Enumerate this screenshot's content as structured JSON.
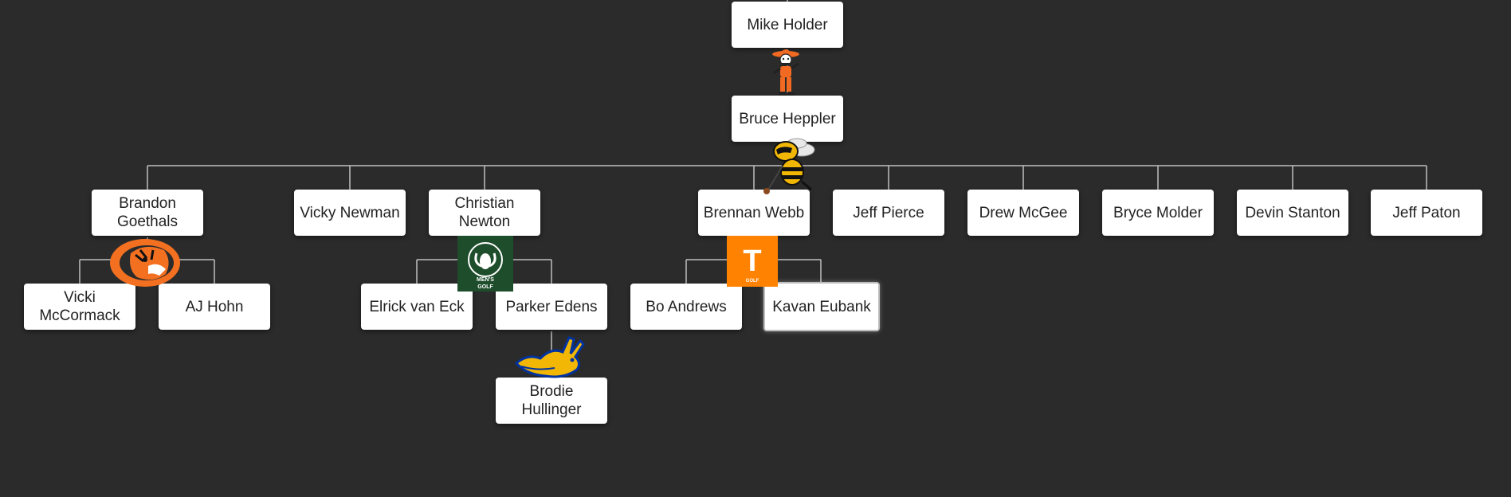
{
  "tree": {
    "root": {
      "name": "Mike Holder"
    },
    "level1": {
      "name": "Bruce Heppler"
    },
    "coaches": [
      {
        "name": "Brandon Goethals",
        "trainees": [
          {
            "name": "Vicki McCormack"
          },
          {
            "name": "AJ Hohn"
          }
        ]
      },
      {
        "name": "Vicky Newman",
        "trainees": []
      },
      {
        "name": "Christian Newton",
        "trainees": [
          {
            "name": "Elrick van Eck"
          },
          {
            "name": "Parker Edens",
            "trainees": [
              {
                "name": "Brodie Hullinger"
              }
            ]
          }
        ]
      },
      {
        "name": "Brennan Webb",
        "trainees": [
          {
            "name": "Bo Andrews"
          },
          {
            "name": "Kavan Eubank"
          }
        ]
      },
      {
        "name": "Jeff Pierce",
        "trainees": []
      },
      {
        "name": "Drew McGee",
        "trainees": []
      },
      {
        "name": "Bryce Molder",
        "trainees": []
      },
      {
        "name": "Devin Stanton",
        "trainees": []
      },
      {
        "name": "Jeff Paton",
        "trainees": []
      }
    ]
  },
  "logos": {
    "cowboy": {
      "icon": "cowboy-mascot-icon",
      "color": "#f26a21"
    },
    "yellowjacket": {
      "icon": "yellow-jacket-mascot-icon",
      "color": "#f2b705"
    },
    "tiger": {
      "icon": "tiger-head-icon",
      "color": "#f37021"
    },
    "ram": {
      "icon": "ram-badge-icon",
      "color": "#1e4d2b",
      "text_line1": "MEN'S",
      "text_line2": "GOLF"
    },
    "tennessee": {
      "icon": "power-t-icon",
      "color": "#ff8200",
      "letter": "T",
      "text": "GOLF"
    },
    "jackrabbit": {
      "icon": "jackrabbit-icon",
      "color": "#0033a0"
    }
  },
  "colors": {
    "background": "#2b2b2b",
    "connector": "#bfbfbf",
    "node": "#ffffff"
  }
}
